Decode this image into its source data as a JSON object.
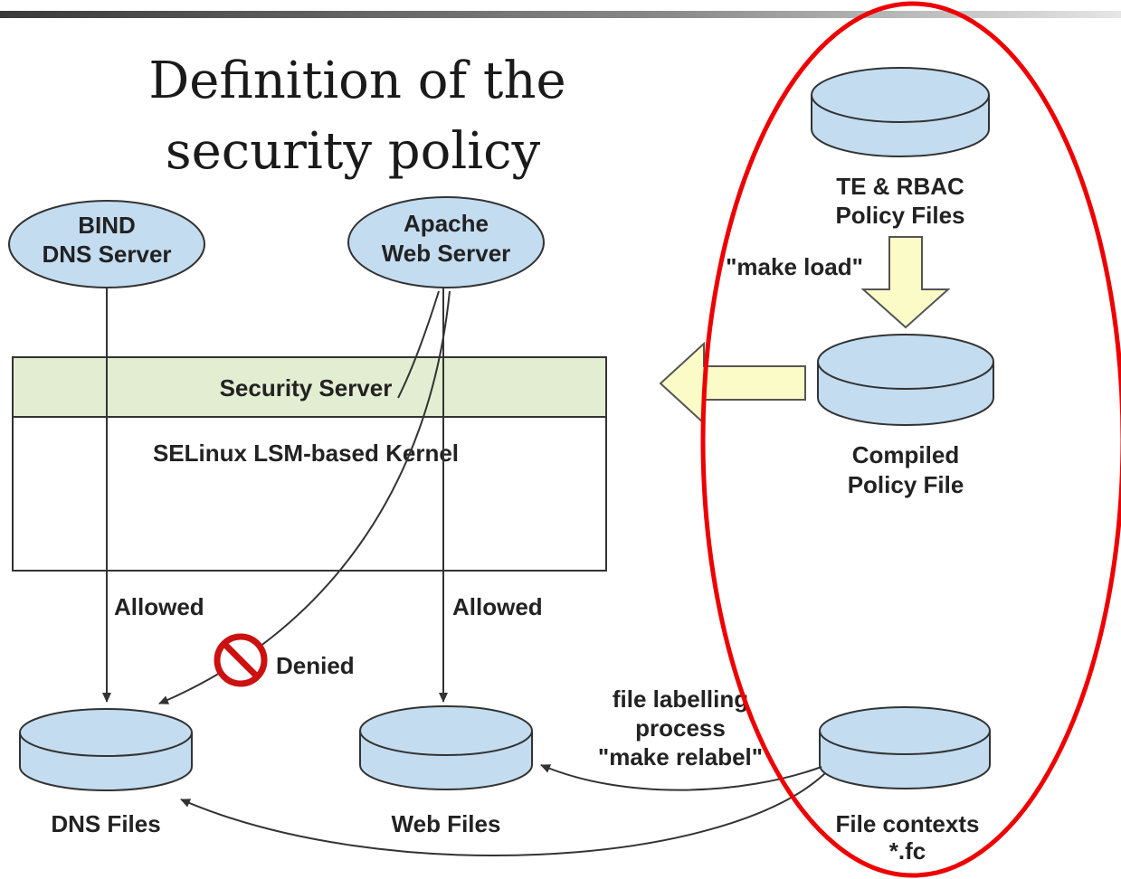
{
  "title": {
    "line1": "Definition of the",
    "line2": "security policy"
  },
  "nodes": {
    "bind_line1": "BIND",
    "bind_line2": "DNS Server",
    "apache_line1": "Apache",
    "apache_line2": "Web Server",
    "security_server": "Security Server",
    "kernel": "SELinux LSM-based Kernel",
    "dns_files": "DNS Files",
    "web_files": "Web Files",
    "file_contexts_line1": "File contexts",
    "file_contexts_line2": "*.fc",
    "te_rbac_line1": "TE & RBAC",
    "te_rbac_line2": "Policy Files",
    "compiled_line1": "Compiled",
    "compiled_line2": "Policy File"
  },
  "edges": {
    "allowed_left": "Allowed",
    "allowed_right": "Allowed",
    "denied": "Denied",
    "make_load": "\"make load\"",
    "relabel_line1": "file labelling",
    "relabel_line2": "process",
    "relabel_line3": "\"make relabel\""
  },
  "colors": {
    "node_fill": "#c3dcf0",
    "security_server_fill": "#e3edd2",
    "load_arrow_fill": "#fbfbc8",
    "highlight_ellipse": "#ee0000",
    "denied_symbol": "#cc1111"
  },
  "icons": {
    "denied": "prohibited-icon"
  }
}
